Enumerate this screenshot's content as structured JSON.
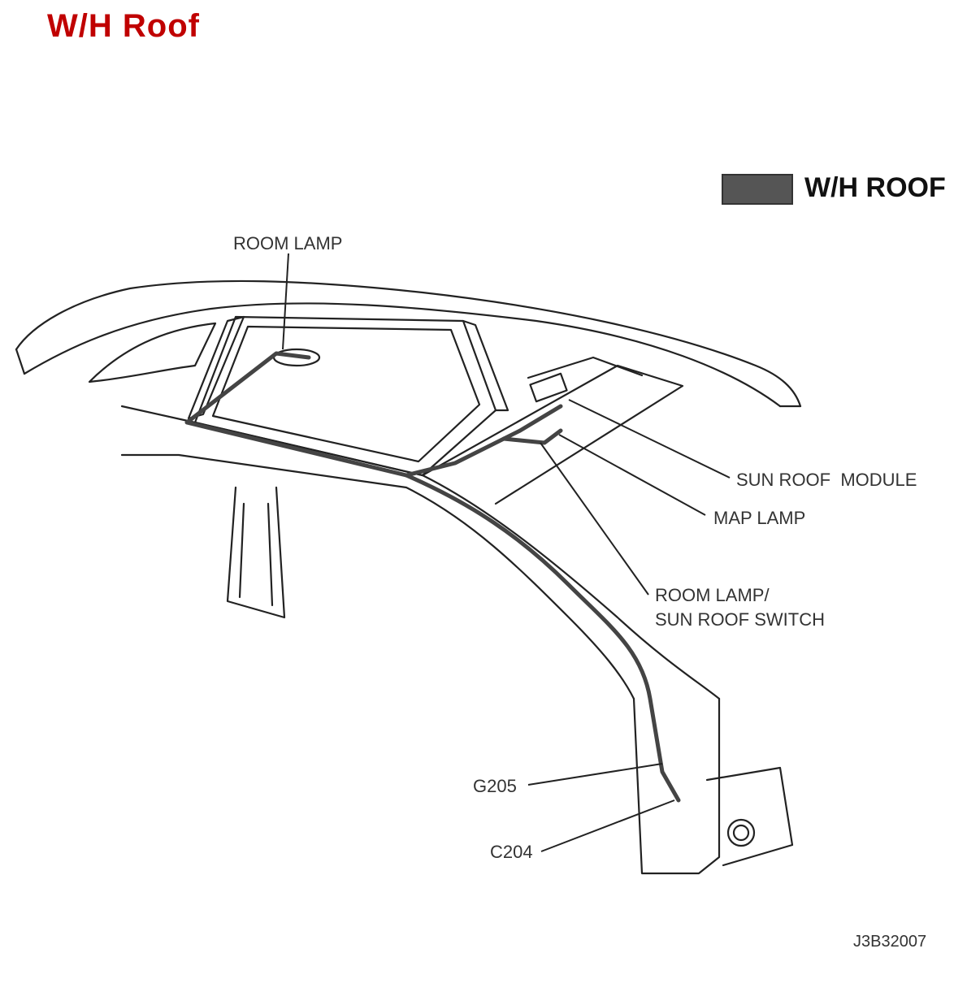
{
  "header": {
    "title": "W/H Roof",
    "title_color": "#c00000"
  },
  "legend": {
    "swatch_color": "#555555",
    "label": "W/H ROOF"
  },
  "callouts": {
    "room_lamp": "ROOM LAMP",
    "sun_roof_module": "SUN ROOF  MODULE",
    "map_lamp": "MAP LAMP",
    "room_lamp_sun_roof_switch": "ROOM LAMP/\nSUN ROOF SWITCH",
    "g205": "G205",
    "c204": "C204"
  },
  "figure_code": "J3B32007",
  "colors": {
    "harness": "#444444",
    "line": "#222222"
  }
}
